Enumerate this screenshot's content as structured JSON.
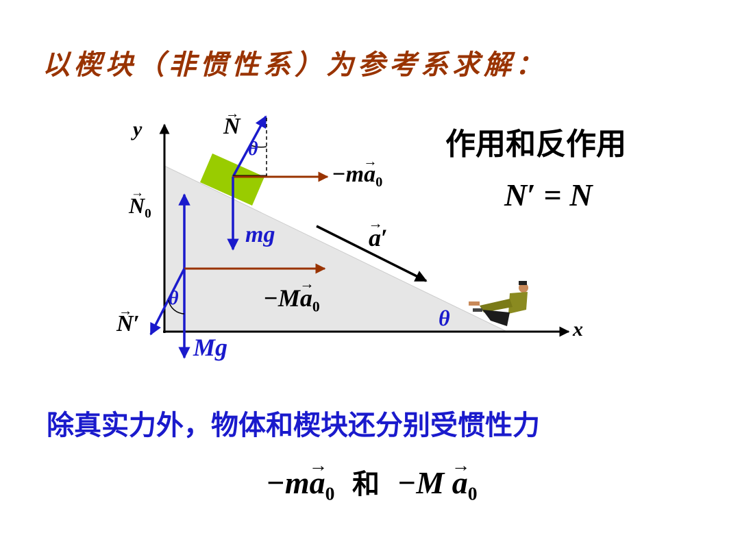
{
  "title": "以楔块（非惯性系）为参考系求解：",
  "action_reaction": {
    "heading": "作用和反作用",
    "eq_lhs": "N",
    "eq_prime": "′",
    "eq_sign": " = ",
    "eq_rhs": "N"
  },
  "diagram": {
    "axis_y": "y",
    "axis_x": "x",
    "label_N": "N",
    "label_N0": "N",
    "label_N0_sub": "0",
    "label_Nprime": "N",
    "label_Nprime_mark": "′",
    "label_theta_block": "θ",
    "label_theta_wedge": "θ",
    "label_theta_incline": "θ",
    "label_mg": "mg",
    "label_Mg": "Mg",
    "label_ma0_sign": "−",
    "label_ma0_m": "m",
    "label_ma0_a": "a",
    "label_ma0_sub": "0",
    "label_Ma0_sign": "−",
    "label_Ma0_M": "M",
    "label_Ma0_a": "a",
    "label_Ma0_sub": "0",
    "label_aprime": "a",
    "label_aprime_mark": "′"
  },
  "conclusion": {
    "text": "除真实力外，物体和楔块还分别受惯性力",
    "expr1_sign": "−",
    "expr1_m": "m",
    "expr1_a": "a",
    "expr1_sub": "0",
    "connector": "和",
    "expr2_sign": "−",
    "expr2_M": "M",
    "expr2_a": "a",
    "expr2_sub": "0"
  },
  "colors": {
    "title": "#993300",
    "force_blue": "#1a1acc",
    "inertial_brown": "#993300",
    "block_green": "#99cc00",
    "wedge_fill": "#e6e6e6"
  }
}
